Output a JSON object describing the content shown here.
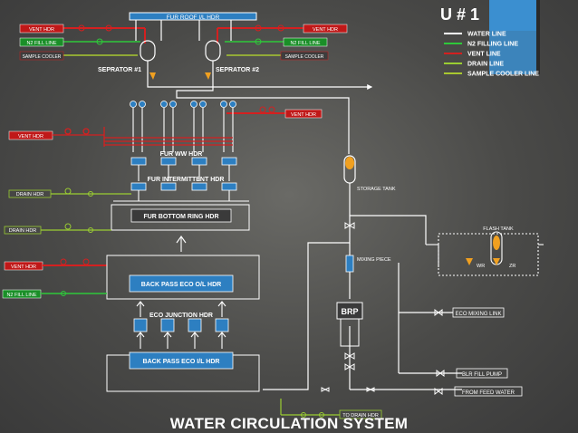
{
  "title": "WATER CIRCULATION SYSTEM",
  "unit": "U # 1",
  "colors": {
    "water": "#ffffff",
    "n2": "#2ec83a",
    "vent": "#d42020",
    "drain": "#9acd32",
    "sample": "#a8c830",
    "header_blue": "#2d7fc1",
    "accent_blue": "#3b8fd0",
    "orange": "#f0a020"
  },
  "legend": [
    {
      "label": "WATER LINE",
      "color": "#ffffff"
    },
    {
      "label": "N2 FILLING LINE",
      "color": "#2ec83a"
    },
    {
      "label": "VENT LINE",
      "color": "#d42020"
    },
    {
      "label": "DRAIN LINE",
      "color": "#9acd32"
    },
    {
      "label": "SAMPLE COOLER LINE",
      "color": "#a8c830"
    }
  ],
  "labels": {
    "fur_roof_il_hdr": "FUR ROOF I/L HDR",
    "vent_hdr_left": "VENT HDR",
    "n2_fill_line_left": "N2 FILL LINE",
    "sample_cooler_left": "SAMPLE COOLER",
    "vent_hdr_right": "VENT HDR",
    "n2_fill_line_right": "N2 FILL LINE",
    "sample_cooler_right": "SAMPLE COOLER",
    "separator_1": "SEPRATOR #1",
    "separator_2": "SEPRATOR #2",
    "vent_hdr_mid": "VENT HDR",
    "vent_hdr_upper_left": "VENT HDR",
    "fur_ww_hdr": "FUR WW HDR",
    "fur_intermittent_hdr": "FUR INTERMITTENT HDR",
    "drain_hdr_1": "DRAIN HDR",
    "fur_bottom_ring_hdr": "FUR BOTTOM RING HDR",
    "drain_hdr_2": "DRAIN HDR",
    "vent_hdr_lower": "VENT HDR",
    "back_pass_eco_ol_hdr": "BACK PASS ECO O/L HDR",
    "n2_fill_line_lower": "N2 FILL LINE",
    "eco_junction_hdr": "ECO JUNCTION HDR",
    "back_pass_eco_il_hdr": "BACK PASS ECO I/L HDR",
    "storage_tank": "STORAGE TANK",
    "flash_tank": "FLASH TANK",
    "mixing_piece": "MIXING PIECE",
    "wr": "WR",
    "zr": "ZR",
    "brp": "BRP",
    "eco_mixing_link": "ECO MIXING LINK",
    "blr_fill_pump": "BLR FILL PUMP",
    "from_feed_water": "FROM FEED WATER",
    "to_drain_hdr": "TO DRAIN HDR"
  }
}
